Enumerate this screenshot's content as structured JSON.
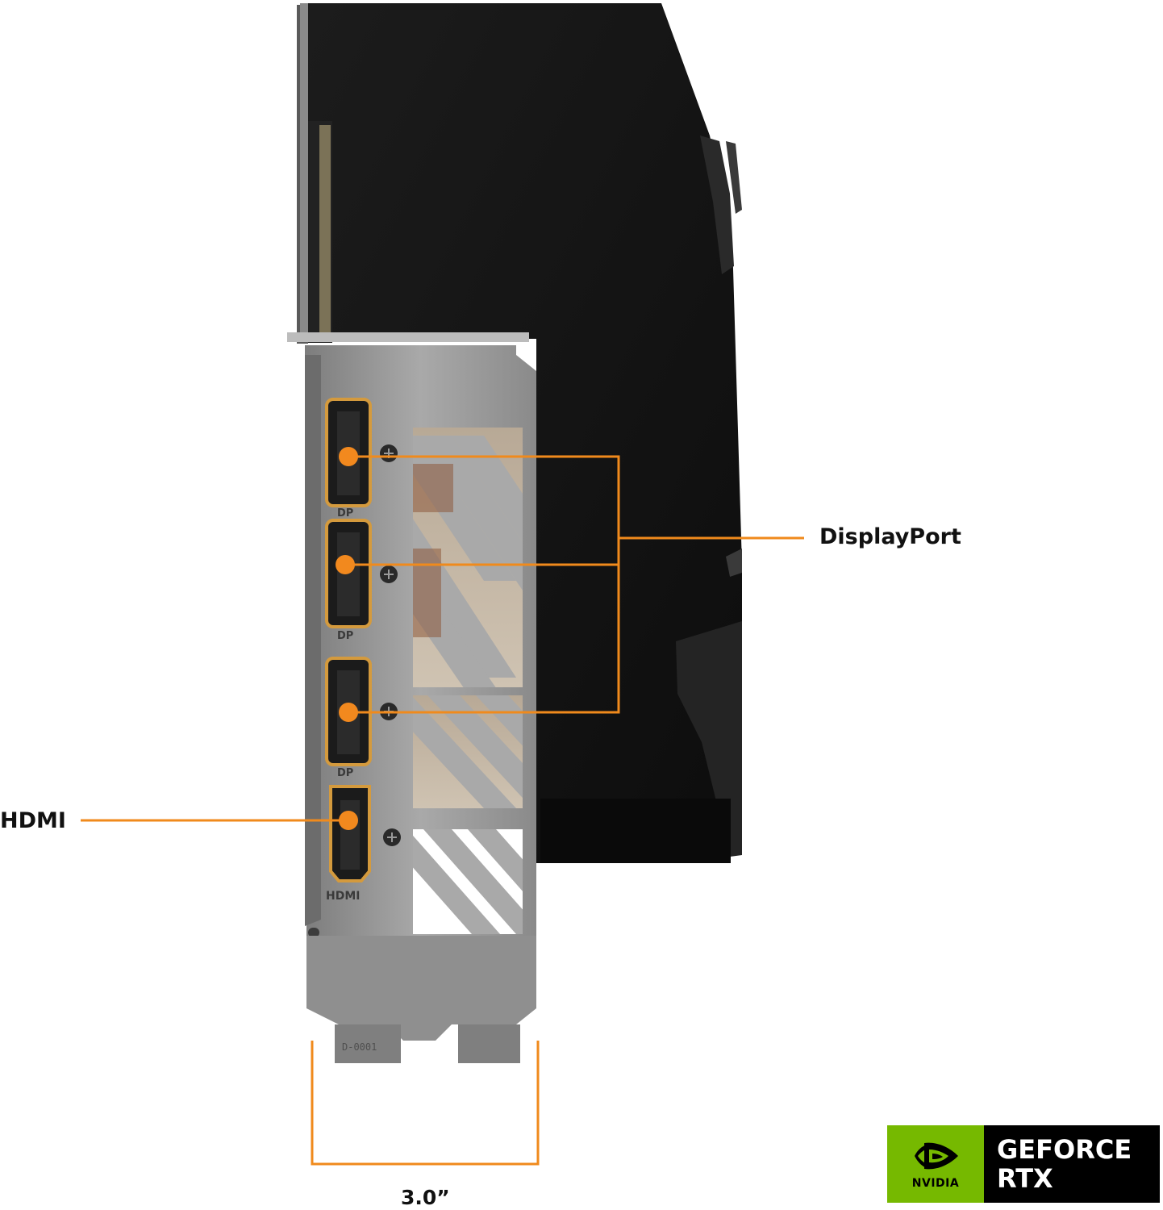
{
  "callouts": {
    "displayport": "DisplayPort",
    "hdmi": "HDMI",
    "width": "3.0”"
  },
  "port_markings": {
    "dp": "DP",
    "hdmi": "HDMI"
  },
  "badge": {
    "brand": "NVIDIA",
    "product_line1": "GEFORCE",
    "product_line2": "RTX",
    "colors": {
      "green": "#76b900",
      "black": "#000000"
    }
  },
  "colors": {
    "callout_line": "#f08a1c",
    "port_dot": "#f2891e",
    "bracket": "#9a9a9a",
    "card_body": "#141414"
  }
}
